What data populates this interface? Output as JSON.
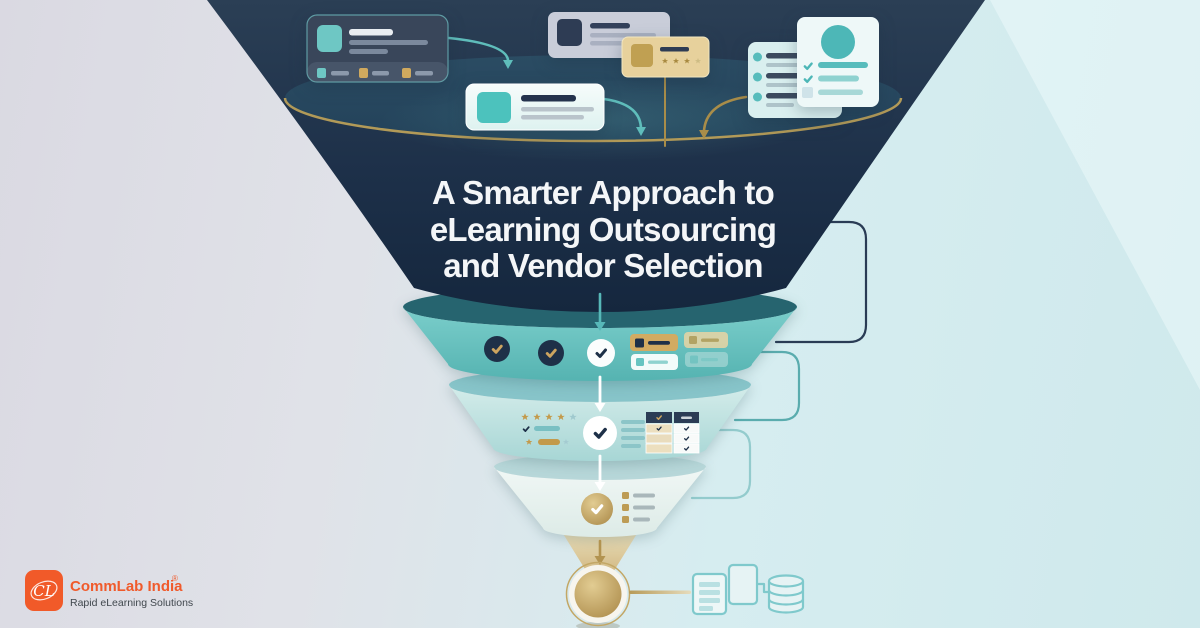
{
  "title": {
    "line1": "A Smarter Approach to",
    "line2": "eLearning Outsourcing",
    "line3": "and Vendor Selection"
  },
  "logo": {
    "monogram": "CL",
    "name": "CommLab India",
    "registered": "®",
    "tagline": "Rapid eLearning Solutions"
  },
  "colors": {
    "funnel_navy": "#1b2e47",
    "funnel_mouth": "#264863",
    "gold_rim": "#b29a58",
    "stage1_teal": "#63c0be",
    "stage2_mint": "#bfe2e1",
    "stage3_pale": "#e7f2f0",
    "gold": "#c2a35c",
    "accent_teal": "#5bbdbb",
    "brand_orange": "#f15a29",
    "bg_left": "#dad9e2",
    "bg_right": "#cfe9ec"
  },
  "icons": {
    "check": "✓",
    "star": "★",
    "arrow_down": "↓",
    "registered": "®"
  }
}
